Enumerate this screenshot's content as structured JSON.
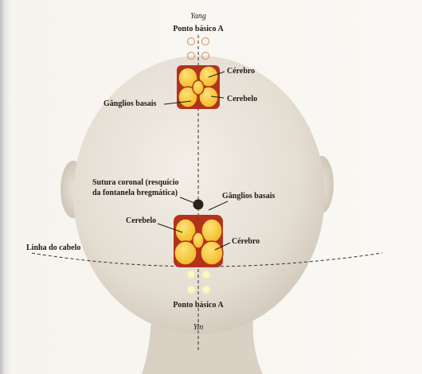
{
  "diagram": {
    "top_axis_label": "Yang",
    "top_point_label": "Ponto básico A",
    "top_zone": {
      "cerebro": "Cérebro",
      "cerebelo": "Cerebelo",
      "ganglios": "Gânglios basais"
    },
    "coronal_suture": {
      "line1": "Sutura coronal (resquício",
      "line2": "da fontanela bregmática)"
    },
    "bottom_zone": {
      "ganglios": "Gânglios basais",
      "cerebelo": "Cerebelo",
      "cerebro": "Cérebro"
    },
    "hairline_label": "Linha do cabelo",
    "bottom_point_label": "Ponto básico A",
    "bottom_axis_label": "Yin",
    "colors": {
      "lobe_fill": "#f2c12e",
      "lobe_stroke": "#b3321c",
      "suture_dot": "#2a2218",
      "skin": "#ece6dc"
    }
  }
}
